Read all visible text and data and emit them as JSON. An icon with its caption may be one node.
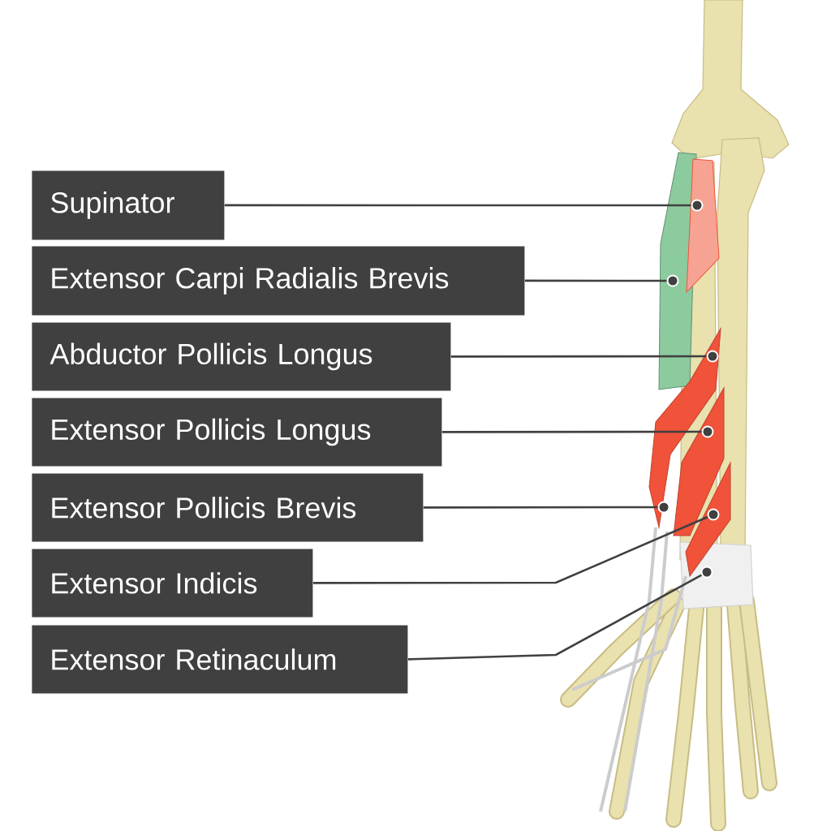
{
  "diagram": {
    "nodes": [
      {
        "text": [
          "Supinator"
        ]
      },
      {
        "text": [
          "Extensor Carpi Radialis Brevis"
        ]
      },
      {
        "text": [
          "Abductor Pollicis Longus"
        ]
      },
      {
        "text": [
          "Extensor Pollicis Longus"
        ]
      },
      {
        "text": [
          "Extensor Pollicis Brevis"
        ]
      },
      {
        "text": [
          "Extensor Indicis"
        ]
      },
      {
        "text": [
          "Extensor Retinaculum"
        ]
      },
      {
        "text": [],
        "shape": "circle"
      },
      {
        "text": [],
        "shape": "circle"
      },
      {
        "text": [],
        "shape": "circle"
      },
      {
        "text": [],
        "shape": "circle"
      },
      {
        "text": [],
        "shape": "circle"
      },
      {
        "text": [],
        "shape": "circle"
      },
      {
        "text": [],
        "shape": "circle"
      }
    ],
    "edges": [
      {
        "from": 0,
        "to": 7,
        "arrow": "none"
      },
      {
        "from": 1,
        "to": 8,
        "arrow": "none"
      },
      {
        "from": 2,
        "to": 9,
        "arrow": "none"
      },
      {
        "from": 3,
        "to": 10,
        "arrow": "none"
      },
      {
        "from": 4,
        "to": 11,
        "arrow": "none"
      },
      {
        "from": 5,
        "to": 12,
        "arrow": "none"
      },
      {
        "from": 6,
        "to": 13,
        "arrow": "none"
      }
    ]
  }
}
